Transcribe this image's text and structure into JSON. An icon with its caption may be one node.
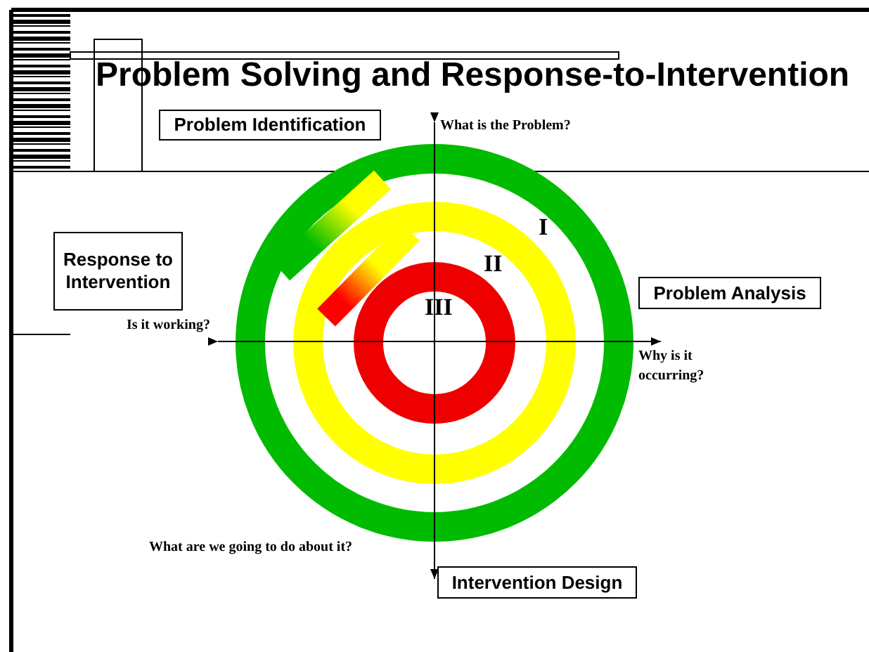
{
  "diagram": {
    "title": "Problem Solving and Response-to-Intervention",
    "nodes": [
      {
        "text": [
          "Problem Identification"
        ]
      },
      {
        "text": [
          "Response to Intervention"
        ]
      },
      {
        "text": [
          "Problem Analysis"
        ]
      },
      {
        "text": [
          "Intervention Design"
        ]
      }
    ],
    "labels": [
      "What is the Problem?",
      "I",
      "II",
      "III",
      "Is it working?",
      "Why is it occurring?",
      "What are we going to do about it?"
    ]
  }
}
